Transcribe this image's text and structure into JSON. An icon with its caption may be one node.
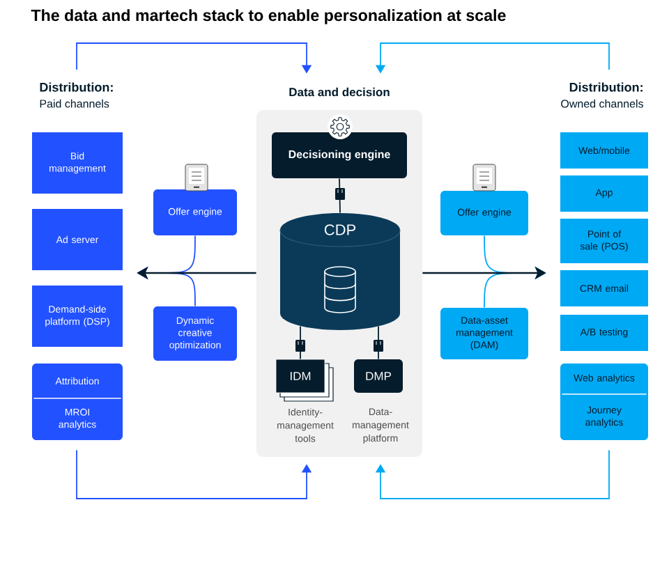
{
  "diagram": {
    "title": "The data and martech stack to enable personalization at scale",
    "nodes": [
      {
        "text": [
          "Distribution:",
          "Paid channels"
        ]
      },
      {
        "text": [
          "Data and decision"
        ]
      },
      {
        "text": [
          "Distribution:",
          "Owned channels"
        ]
      },
      {
        "text": [
          "Bid management"
        ]
      },
      {
        "text": [
          "Ad server"
        ]
      },
      {
        "text": [
          "Demand-side platform (DSP)"
        ]
      },
      {
        "text": [
          "Attribution",
          "MROI analytics"
        ]
      },
      {
        "text": [
          "Offer engine"
        ]
      },
      {
        "text": [
          "Dynamic creative optimization"
        ]
      },
      {
        "text": [
          "Decisioning engine"
        ],
        "in": 1
      },
      {
        "text": [
          "CDP"
        ],
        "in": 1
      },
      {
        "text": [
          "IDM"
        ],
        "in": 1,
        "beside": [
          "Identity-management tools"
        ]
      },
      {
        "text": [
          "DMP"
        ],
        "in": 1,
        "beside": [
          "Data-management platform"
        ]
      },
      {
        "text": [
          "Offer engine"
        ]
      },
      {
        "text": [
          "Data-asset management (DAM)"
        ]
      },
      {
        "text": [
          "Web/mobile"
        ]
      },
      {
        "text": [
          "App"
        ]
      },
      {
        "text": [
          "Point of sale (POS)"
        ]
      },
      {
        "text": [
          "CRM email"
        ]
      },
      {
        "text": [
          "A/B testing"
        ]
      },
      {
        "text": [
          "Web analytics",
          "Journey analytics"
        ]
      }
    ],
    "edges": [
      {
        "from": 0,
        "to": 1,
        "arrow": "to",
        "color": "#2251ff"
      },
      {
        "from": 2,
        "to": 1,
        "arrow": "to",
        "color": "#00a9f4"
      },
      {
        "from": 6,
        "to": 1,
        "arrow": "to",
        "color": "#2251ff"
      },
      {
        "from": 20,
        "to": 1,
        "arrow": "to",
        "color": "#00a9f4"
      },
      {
        "from": 1,
        "to": 4,
        "arrow": "to"
      },
      {
        "from": 7,
        "to": 4,
        "arrow": "to",
        "color": "#2251ff"
      },
      {
        "from": 8,
        "to": 4,
        "arrow": "to",
        "color": "#2251ff"
      },
      {
        "from": 1,
        "to": 18,
        "arrow": "to"
      },
      {
        "from": 13,
        "to": 18,
        "arrow": "to",
        "color": "#00a9f4"
      },
      {
        "from": 14,
        "to": 18,
        "arrow": "to",
        "color": "#00a9f4"
      },
      {
        "from": 9,
        "to": 10,
        "arrow": "none"
      },
      {
        "from": 10,
        "to": 11,
        "arrow": "none"
      },
      {
        "from": 10,
        "to": 12,
        "arrow": "none"
      }
    ]
  }
}
